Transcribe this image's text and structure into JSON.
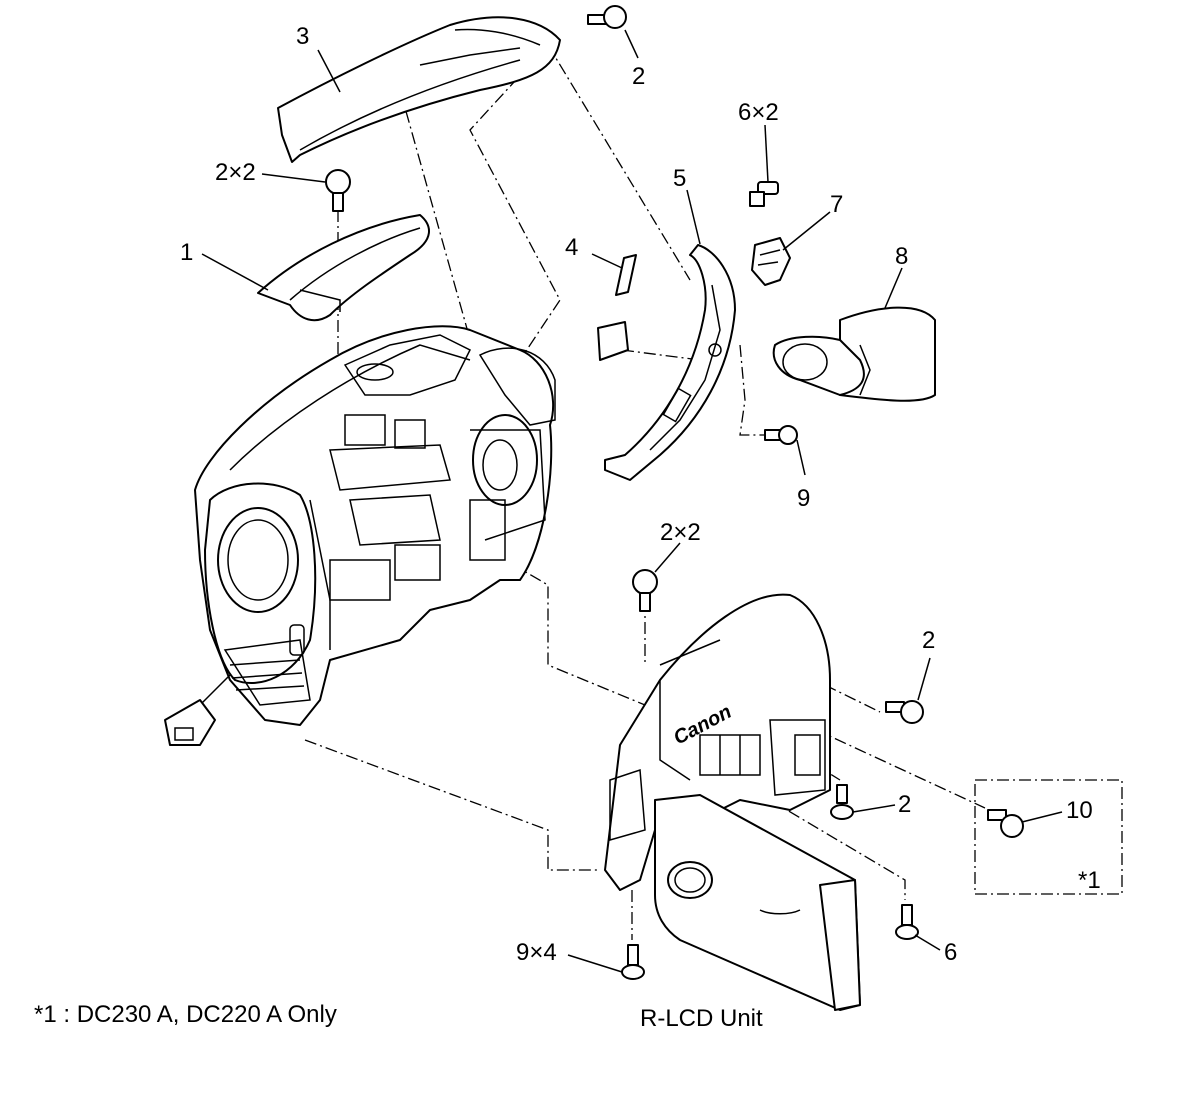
{
  "callouts": {
    "c1": "1",
    "c2a": "2",
    "c2x2a": "2×2",
    "c2x2b": "2×2",
    "c2b": "2",
    "c2c": "2",
    "c3": "3",
    "c4": "4",
    "c5": "5",
    "c6x2": "6×2",
    "c6": "6",
    "c7": "7",
    "c8": "8",
    "c9": "9",
    "c9x4": "9×4",
    "c10": "10",
    "note_mark": "*1"
  },
  "brand_text": "Canon",
  "captions": {
    "note": "*1 : DC230 A, DC220 A Only",
    "unit": "R-LCD Unit"
  }
}
